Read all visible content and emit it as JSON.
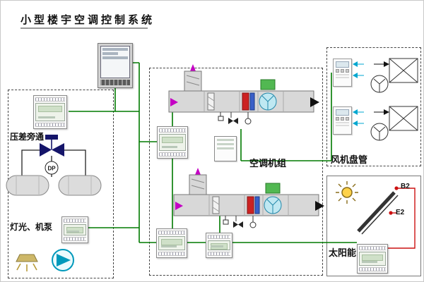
{
  "title": "小型楼宇空调控制系统",
  "sections": {
    "left": {
      "pressure_label": "压差旁通",
      "dp_label": "DP",
      "lighting_label": "灯光、机泵"
    },
    "middle": {
      "label": "空调机组"
    },
    "right": {
      "label": "风机盘管"
    },
    "solar": {
      "label": "太阳能",
      "b2": "B2",
      "e2": "E2"
    }
  },
  "colors": {
    "wire_green": "#007a00",
    "wire_red": "#cc1111",
    "duct_gray": "#d8d8d8",
    "coil_red": "#cc2222",
    "coil_blue": "#3a5fc8",
    "fan_cyan": "#bfe8f2",
    "motor_green": "#52b852",
    "arrow_magenta": "#c400c4",
    "pump_teal": "#0099bb"
  },
  "icons": {
    "sun": "sun-icon",
    "pump": "pump-icon",
    "light": "light-icon",
    "valve": "bypass-valve-icon",
    "fan": "fan-icon"
  }
}
